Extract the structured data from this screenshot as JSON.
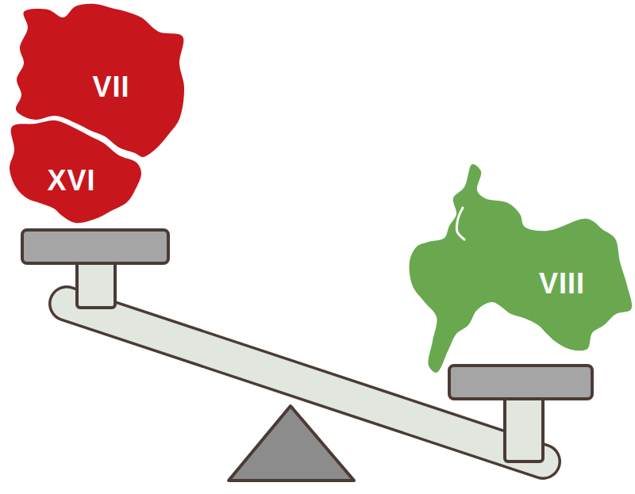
{
  "diagram": {
    "nodes": [
      {
        "text": [
          "VII"
        ]
      },
      {
        "text": [
          "XVI"
        ]
      },
      {
        "text": [
          "VIII"
        ]
      }
    ]
  }
}
